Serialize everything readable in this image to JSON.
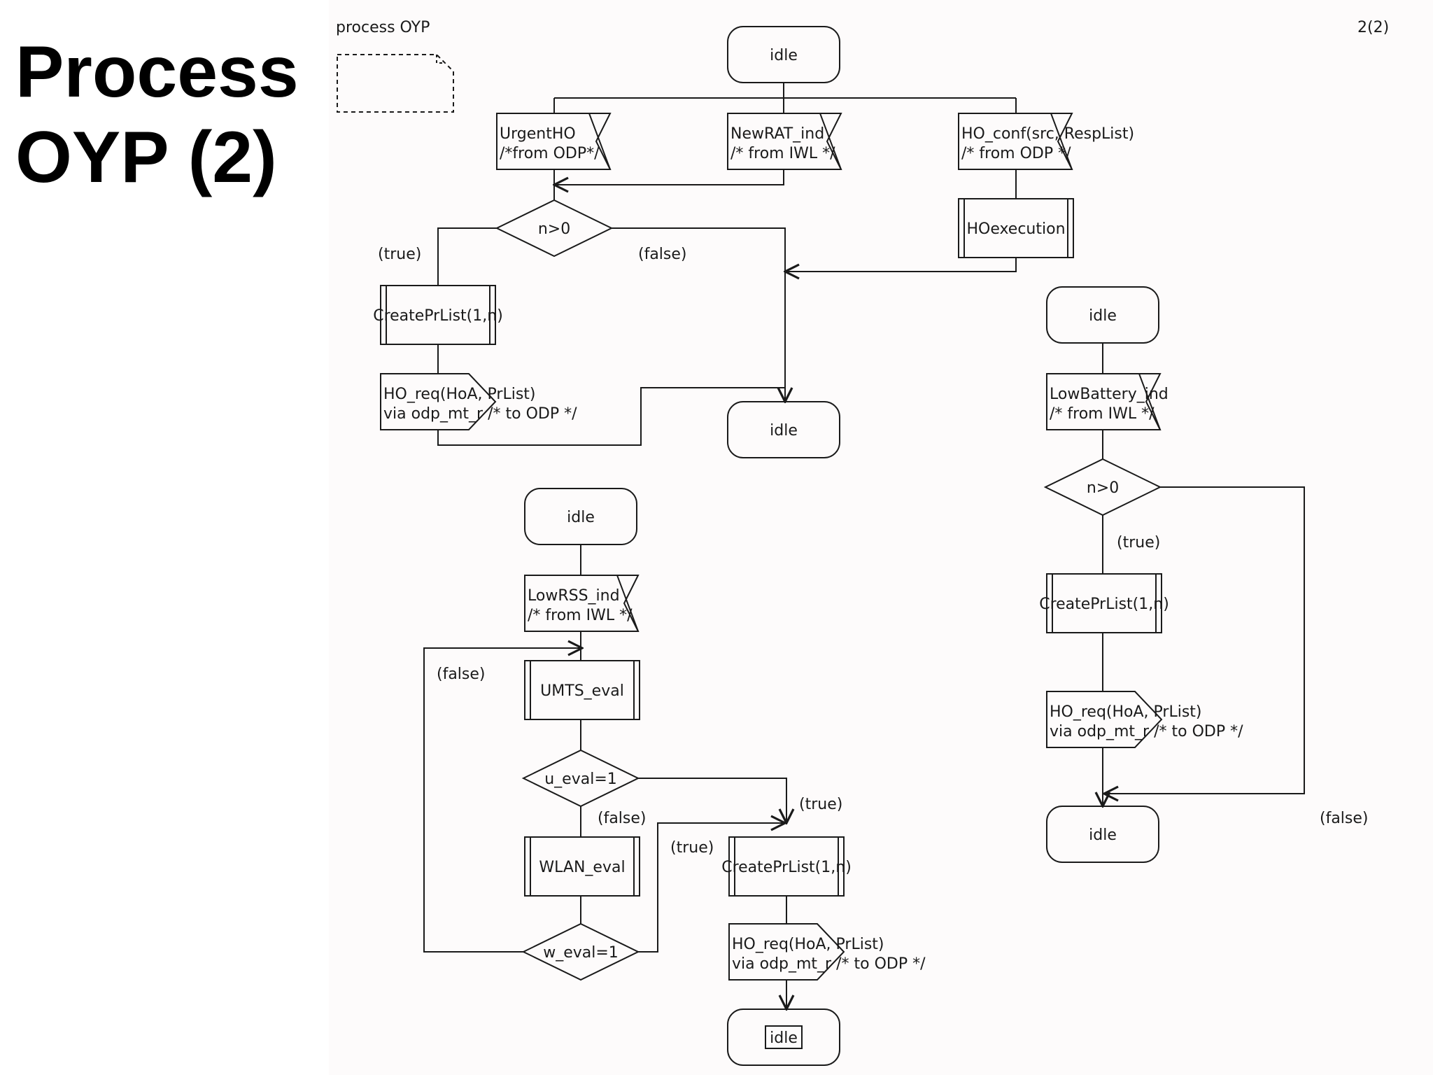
{
  "slide": {
    "title_line1": "Process",
    "title_line2": "OYP (2)"
  },
  "diagram": {
    "header": "process OYP",
    "page_number": "2(2)",
    "states": {
      "idle_top": "idle",
      "idle_mid": "idle",
      "idle_right_top": "idle",
      "idle_right_bottom": "idle",
      "idle_bottom_left_top": "idle",
      "idle_bottom": "idle"
    },
    "inputs": {
      "urgent_ho": [
        "UrgentHO",
        "/*from ODP*/"
      ],
      "newrat_ind": [
        "NewRAT_ind",
        "/* from IWL */"
      ],
      "ho_conf": [
        "HO_conf(src, RespList)",
        "/* from ODP */"
      ],
      "lowbattery_ind": [
        "LowBattery_ind",
        "/* from IWL */"
      ],
      "lowrss_ind": [
        "LowRSS_ind",
        "/* from IWL */"
      ]
    },
    "decisions": {
      "n_gt_0_top": "n>0",
      "n_gt_0_right": "n>0",
      "u_eval": "u_eval=1",
      "w_eval": "w_eval=1"
    },
    "procedures": {
      "hoexecution": "HOexecution",
      "createprlist_top": "CreatePrList(1,n)",
      "createprlist_right": "CreatePrList(1,n)",
      "createprlist_bottom": "CreatePrList(1,n)",
      "umts_eval": "UMTS_eval",
      "wlan_eval": "WLAN_eval"
    },
    "outputs": {
      "ho_req_top": [
        "HO_req(HoA, PrList)",
        "via odp_mt_r /* to ODP */"
      ],
      "ho_req_right": [
        "HO_req(HoA, PrList)",
        "via odp_mt_r /* to ODP */"
      ],
      "ho_req_bottom": [
        "HO_req(HoA, PrList)",
        "via odp_mt_r /* to ODP */"
      ]
    },
    "branch_labels": {
      "true_top": "(true)",
      "false_top": "(false)",
      "true_right": "(true)",
      "false_right": "(false)",
      "false_loop": "(false)",
      "true_u": "(true)",
      "false_u": "(false)",
      "true_w": "(true)"
    }
  }
}
